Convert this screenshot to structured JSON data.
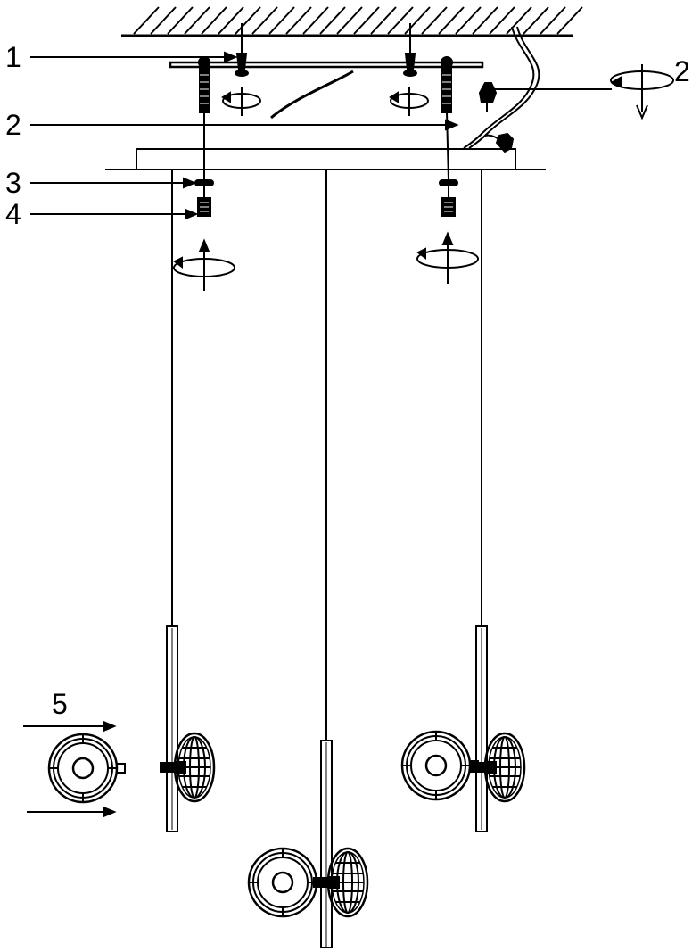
{
  "diagram": {
    "step_labels": {
      "one": "1",
      "two": "2",
      "three": "3",
      "four": "4",
      "five": "5",
      "two_right": "2"
    },
    "colors": {
      "line": "#000000",
      "background": "#ffffff"
    }
  }
}
